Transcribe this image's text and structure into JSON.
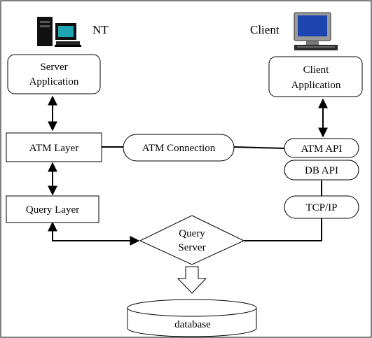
{
  "labels": {
    "nt": "NT",
    "client": "Client",
    "server_app_line1": "Server",
    "server_app_line2": "Application",
    "client_app_line1": "Client",
    "client_app_line2": "Application",
    "atm_layer": "ATM Layer",
    "atm_connection": "ATM Connection",
    "atm_api": "ATM API",
    "db_api": "DB API",
    "query_layer": "Query Layer",
    "tcp_ip": "TCP/IP",
    "query_server_line1": "Query",
    "query_server_line2": "Server",
    "database": "database"
  },
  "icons": {
    "server": "server-workstation-icon",
    "client": "desktop-computer-icon"
  },
  "colors": {
    "stroke": "#000000",
    "background": "#ffffff",
    "monitor_screen": "#1fa6b0"
  }
}
